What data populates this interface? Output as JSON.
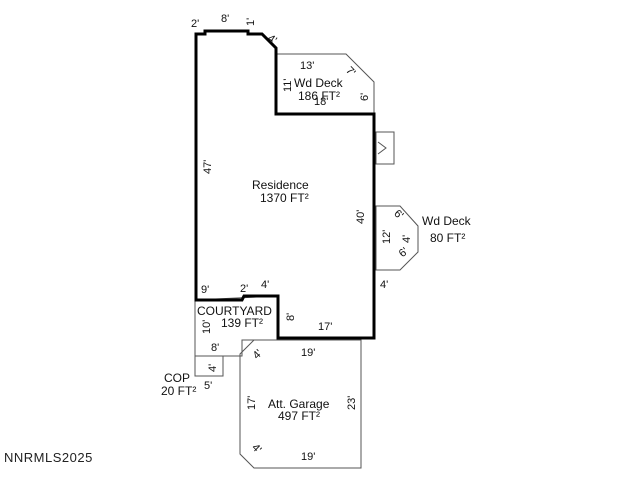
{
  "rooms": {
    "residence": {
      "name": "Residence",
      "area": "1370 FT²"
    },
    "wd_deck_top": {
      "name": "Wd Deck",
      "area": "186 FT²"
    },
    "wd_deck_right": {
      "name": "Wd Deck",
      "area": "80 FT²"
    },
    "courtyard": {
      "name": "COURTYARD",
      "area": "139 FT²"
    },
    "cop": {
      "name": "COP",
      "area": "20 FT²"
    },
    "garage": {
      "name": "Att. Garage",
      "area": "497 FT²"
    }
  },
  "dimensions": {
    "top_2": "2'",
    "top_8": "8'",
    "top_1": "1'",
    "top_4": "4'",
    "res_left_47": "47'",
    "res_right_40": "40'",
    "deck_top_13": "13'",
    "deck_left_11": "11'",
    "deck_diag_7": "7'",
    "deck_right_6": "6'",
    "deck_bottom_18": "18'",
    "deck_r_6a": "6'",
    "deck_r_12": "12'",
    "deck_r_4": "4'",
    "deck_r_6b": "6'",
    "res_4_right": "4'",
    "court_9": "9'",
    "court_2": "2'",
    "court_4": "4'",
    "court_10": "10'",
    "court_8": "8'",
    "res_bottom_17": "17'",
    "cop_8": "8'",
    "cop_4": "4'",
    "cop_5": "5'",
    "gar_4_top": "4'",
    "gar_19_top": "19'",
    "gar_17": "17'",
    "gar_23": "23'",
    "gar_4_bottom": "4'",
    "gar_19_bottom": "19'"
  },
  "watermark": "NNRMLS2025"
}
